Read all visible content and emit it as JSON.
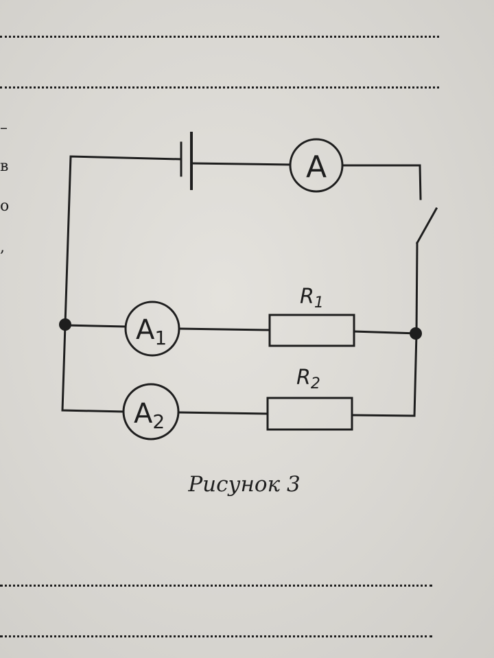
{
  "margin_marks": [
    "–",
    "в",
    "о",
    ","
  ],
  "diagram": {
    "ammeter_main": "A",
    "ammeter_1": {
      "letter": "A",
      "sub": "1"
    },
    "ammeter_2": {
      "letter": "A",
      "sub": "2"
    },
    "resistor_1": {
      "letter": "R",
      "sub": "1"
    },
    "resistor_2": {
      "letter": "R",
      "sub": "2"
    }
  },
  "caption": "Рисунок 3"
}
